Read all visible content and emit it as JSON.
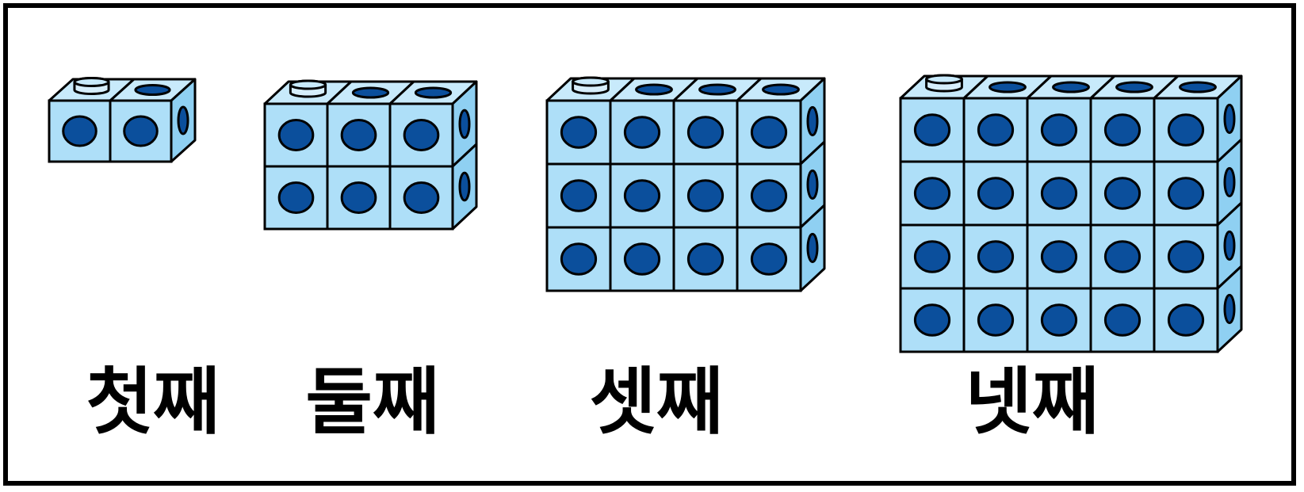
{
  "figure": {
    "stages": [
      {
        "label": "첫째",
        "columns": 2,
        "rows": 1
      },
      {
        "label": "둘째",
        "columns": 3,
        "rows": 2
      },
      {
        "label": "셋째",
        "columns": 4,
        "rows": 3
      },
      {
        "label": "넷째",
        "columns": 5,
        "rows": 4
      }
    ],
    "colors": {
      "cube_face": "#AEDFF8",
      "cube_top": "#C8EAFB",
      "cube_side": "#8FD0F2",
      "hole": "#0B4F9C",
      "peg": "#D6EEFB",
      "outline": "#000000"
    }
  }
}
